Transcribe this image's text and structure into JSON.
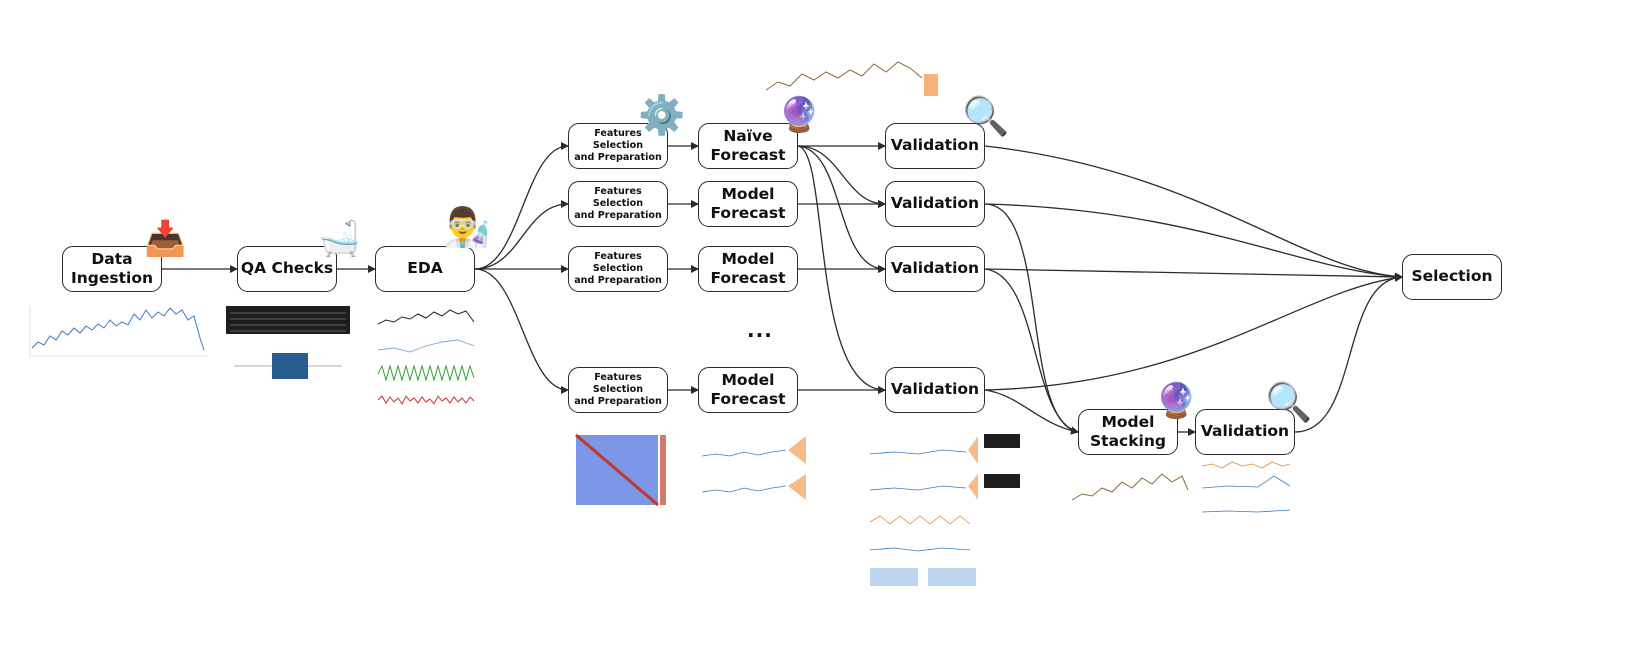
{
  "nodes": {
    "data_ingestion": "Data\nIngestion",
    "qa_checks": "QA Checks",
    "eda": "EDA",
    "features_1": "Features Selection\nand Preparation",
    "features_2": "Features Selection\nand Preparation",
    "features_3": "Features Selection\nand Preparation",
    "features_4": "Features Selection\nand Preparation",
    "naive_forecast": "Naïve\nForecast",
    "model_forecast_2": "Model\nForecast",
    "model_forecast_3": "Model\nForecast",
    "model_forecast_4": "Model\nForecast",
    "validation_1": "Validation",
    "validation_2": "Validation",
    "validation_3": "Validation",
    "validation_4": "Validation",
    "model_stacking": "Model\nStacking",
    "validation_stack": "Validation",
    "selection": "Selection"
  },
  "ellipsis": "...",
  "icons": {
    "inbox": "📥",
    "bathtub": "🛁",
    "scientist": "👨‍🔬",
    "gear": "⚙️",
    "crystal_ball": "🔮",
    "magnifier": "🔍"
  },
  "colors": {
    "line": "#2b2b2b",
    "series_blue": "#3a7bbf",
    "series_green": "#3aa040",
    "series_red": "#cc3333",
    "series_orange": "#f4a460",
    "heat_blue": "#6f8de8",
    "heat_red": "#c0392b"
  }
}
